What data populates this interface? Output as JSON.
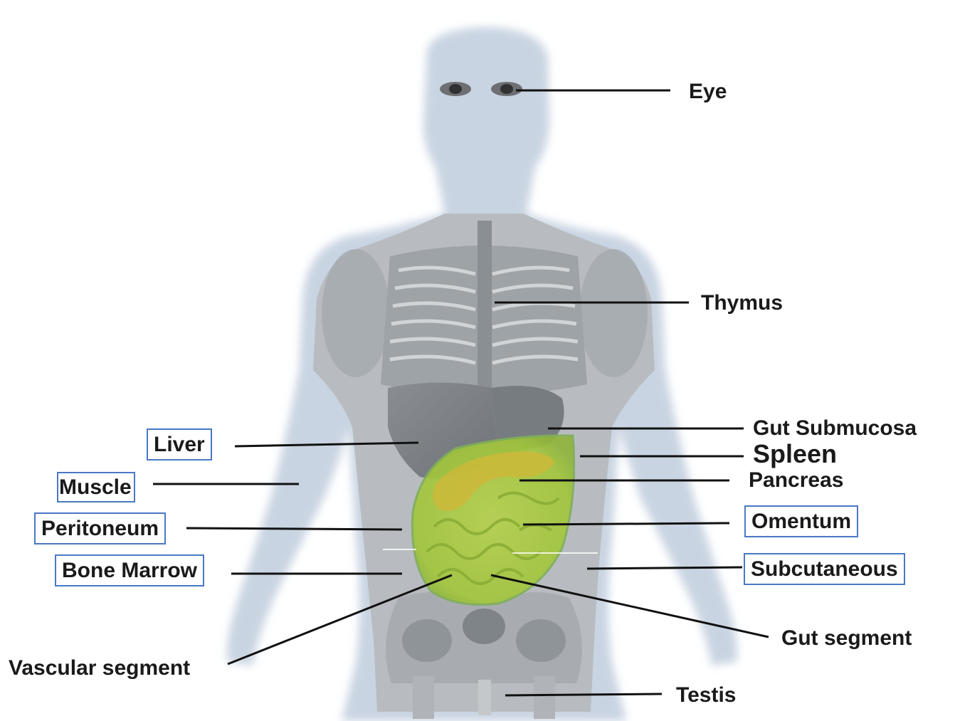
{
  "figure": {
    "labels": {
      "eye": "Eye",
      "thymus": "Thymus",
      "gut_submucosa": "Gut Submucosa",
      "spleen": "Spleen",
      "pancreas": "Pancreas",
      "omentum": "Omentum",
      "subcutaneous": "Subcutaneous",
      "gut_segment": "Gut segment",
      "testis": "Testis",
      "liver": "Liver",
      "muscle": "Muscle",
      "peritoneum": "Peritoneum",
      "bone_marrow": "Bone Marrow",
      "vascular_segment": "Vascular segment"
    },
    "colors": {
      "silhouette": "#c9d4e2",
      "skeleton": "#8e9499",
      "organ_gray": "#7f8488",
      "highlight_green": "#a9cc3c",
      "pancreas_yellow": "#cdb83a",
      "label_box_border": "#4a78c4",
      "leader_line": "#111111"
    },
    "highlighted_region": "green-abdominal-overlay"
  }
}
